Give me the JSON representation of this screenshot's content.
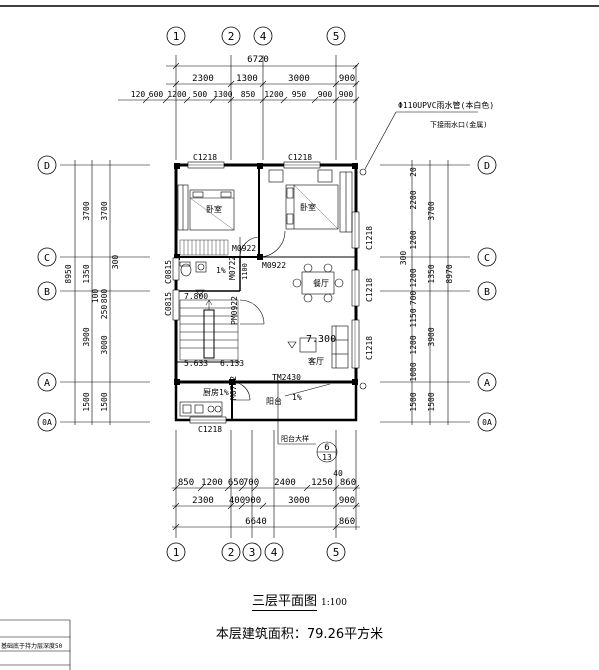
{
  "title": "三层平面图",
  "scale": "1:100",
  "area_label": "本层建筑面积：",
  "area_value": "79.26平方米",
  "axes": {
    "top": [
      "1",
      "2",
      "4",
      "5"
    ],
    "bottom": [
      "1",
      "2",
      "3",
      "4",
      "5"
    ],
    "left": [
      "D",
      "C",
      "B",
      "A",
      "0A"
    ],
    "right": [
      "D",
      "C",
      "B",
      "A",
      "0A"
    ]
  },
  "top_dims": {
    "total": "6720",
    "row1": [
      "2300",
      "1300",
      "3000",
      "900"
    ],
    "row2": [
      "120",
      "600",
      "1200",
      "500",
      "1300",
      "850",
      "1200",
      "950",
      "900"
    ]
  },
  "bottom_dims": {
    "row1": [
      "850",
      "1200",
      "650",
      "700",
      "2400",
      "1250",
      "860"
    ],
    "row2": [
      "2300",
      "400",
      "900",
      "3000",
      "900"
    ],
    "total": "6640",
    "extra": [
      "860",
      "40"
    ]
  },
  "left_dims": {
    "total": "8950",
    "outer": [
      "3700",
      "1350",
      "3900",
      "1500"
    ],
    "inner": [
      "3700",
      "300",
      "100",
      "800",
      "250",
      "3000",
      "1500"
    ]
  },
  "right_dims": {
    "total": "8970",
    "outer": [
      "3700",
      "1350",
      "3900",
      "1500"
    ],
    "inner": [
      "20",
      "2200",
      "1200",
      "300",
      "1200",
      "700",
      "1150",
      "1200",
      "1000",
      "1500"
    ]
  },
  "windows": [
    "C1218",
    "C1218",
    "C1218",
    "C1218",
    "C1218",
    "C1218",
    "C0815",
    "C0815"
  ],
  "doors": [
    "M0922",
    "M0922",
    "M0722",
    "M0722",
    "PM0922",
    "TM2430"
  ],
  "rooms": [
    "卧室",
    "卧室",
    "餐厅",
    "客厅",
    "厨房",
    "阳台"
  ],
  "levels": [
    "7.800",
    "7.300",
    "5.633",
    "6.133"
  ],
  "slopes": [
    "1%",
    "1%",
    "1%"
  ],
  "room_slope": "厨房1%",
  "details": [
    "1100"
  ],
  "drain_note_1": "Φ110UPVC雨水管(本白色)",
  "drain_note_2": "下接雨水口(金属)",
  "stair_note": "阳台大样",
  "detail_callout_top": "6",
  "detail_callout_bottom": "13",
  "table_text": "基础底于持力层深度50"
}
